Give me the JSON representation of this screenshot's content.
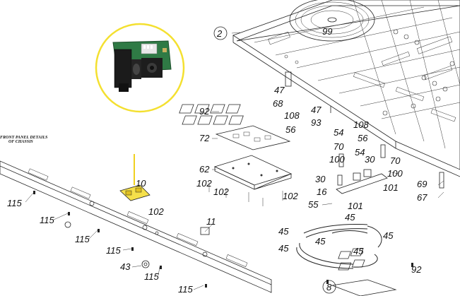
{
  "diagram": {
    "panel_note": [
      "FRONT PANEL DETAILS",
      "OF CHASSIS"
    ],
    "callouts": {
      "c2": "2",
      "c99": "99",
      "c47a": "47",
      "c47b": "47",
      "c68": "68",
      "c108a": "108",
      "c108b": "108",
      "c93": "93",
      "c54a": "54",
      "c54b": "54",
      "c56a": "56",
      "c56b": "56",
      "c70a": "70",
      "c70b": "70",
      "c92a": "92",
      "c92b": "92",
      "c72": "72",
      "c62": "62",
      "c102a": "102",
      "c102b": "102",
      "c102c": "102",
      "c102d": "102",
      "c100a": "100",
      "c100b": "100",
      "c30a": "30",
      "c30b": "30",
      "c16": "16",
      "c101a": "101",
      "c101b": "101",
      "c55": "55",
      "c69": "69",
      "c67": "67",
      "c45a": "45",
      "c45b": "45",
      "c45c": "45",
      "c45d": "45",
      "c45e": "45",
      "c45f": "45",
      "c10": "10",
      "c11": "11",
      "c115a": "115",
      "c115b": "115",
      "c115c": "115",
      "c115d": "115",
      "c115e": "115",
      "c115f": "115",
      "c43": "43",
      "c8": "8"
    }
  }
}
